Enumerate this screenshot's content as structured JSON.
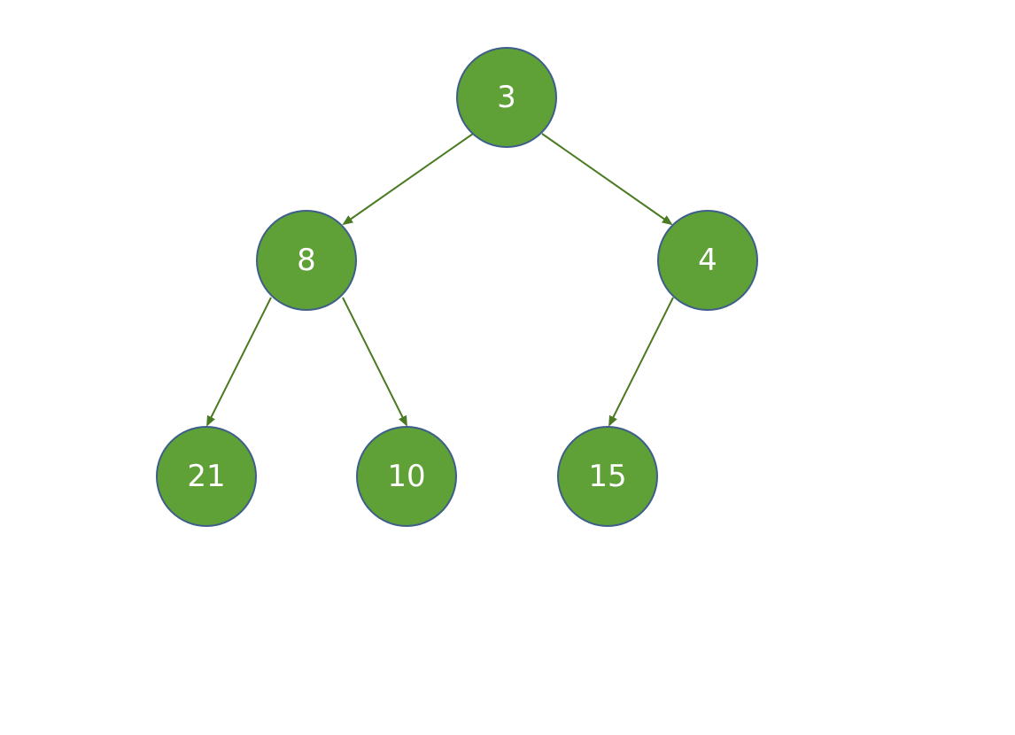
{
  "tree": {
    "colors": {
      "node_fill": "#5fa037",
      "node_stroke": "#3e5f8a",
      "edge": "#4a7a22",
      "label": "#ffffff"
    },
    "nodes": [
      {
        "id": "n3",
        "label": "3"
      },
      {
        "id": "n8",
        "label": "8"
      },
      {
        "id": "n4",
        "label": "4"
      },
      {
        "id": "n21",
        "label": "21"
      },
      {
        "id": "n10",
        "label": "10"
      },
      {
        "id": "n15",
        "label": "15"
      }
    ],
    "edges": [
      {
        "from": "n3",
        "to": "n8"
      },
      {
        "from": "n3",
        "to": "n4"
      },
      {
        "from": "n8",
        "to": "n21"
      },
      {
        "from": "n8",
        "to": "n10"
      },
      {
        "from": "n4",
        "to": "n15"
      }
    ]
  }
}
